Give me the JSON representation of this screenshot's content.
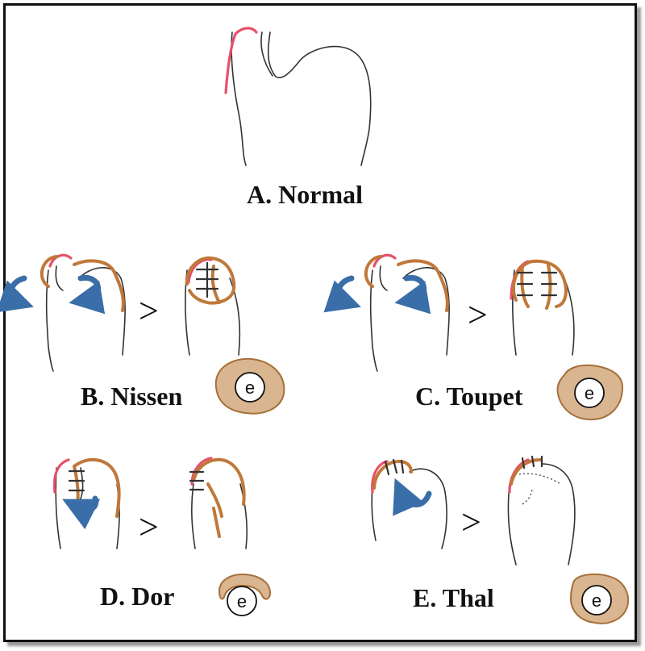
{
  "panels": {
    "a": {
      "label": "A. Normal"
    },
    "b": {
      "label": "B. Nissen",
      "cross_section": "e"
    },
    "c": {
      "label": "C. Toupet",
      "cross_section": "e"
    },
    "d": {
      "label": "D. Dor",
      "cross_section": "e"
    },
    "e": {
      "label": "E. Thal",
      "cross_section": "e"
    }
  },
  "arrow_symbol": ">",
  "colors": {
    "esophagus": "#e8506a",
    "wrap": "#c0783a",
    "cross_section_fill": "#d9b590",
    "rotation_arrow": "#3a6ea8",
    "outline": "#333333"
  }
}
